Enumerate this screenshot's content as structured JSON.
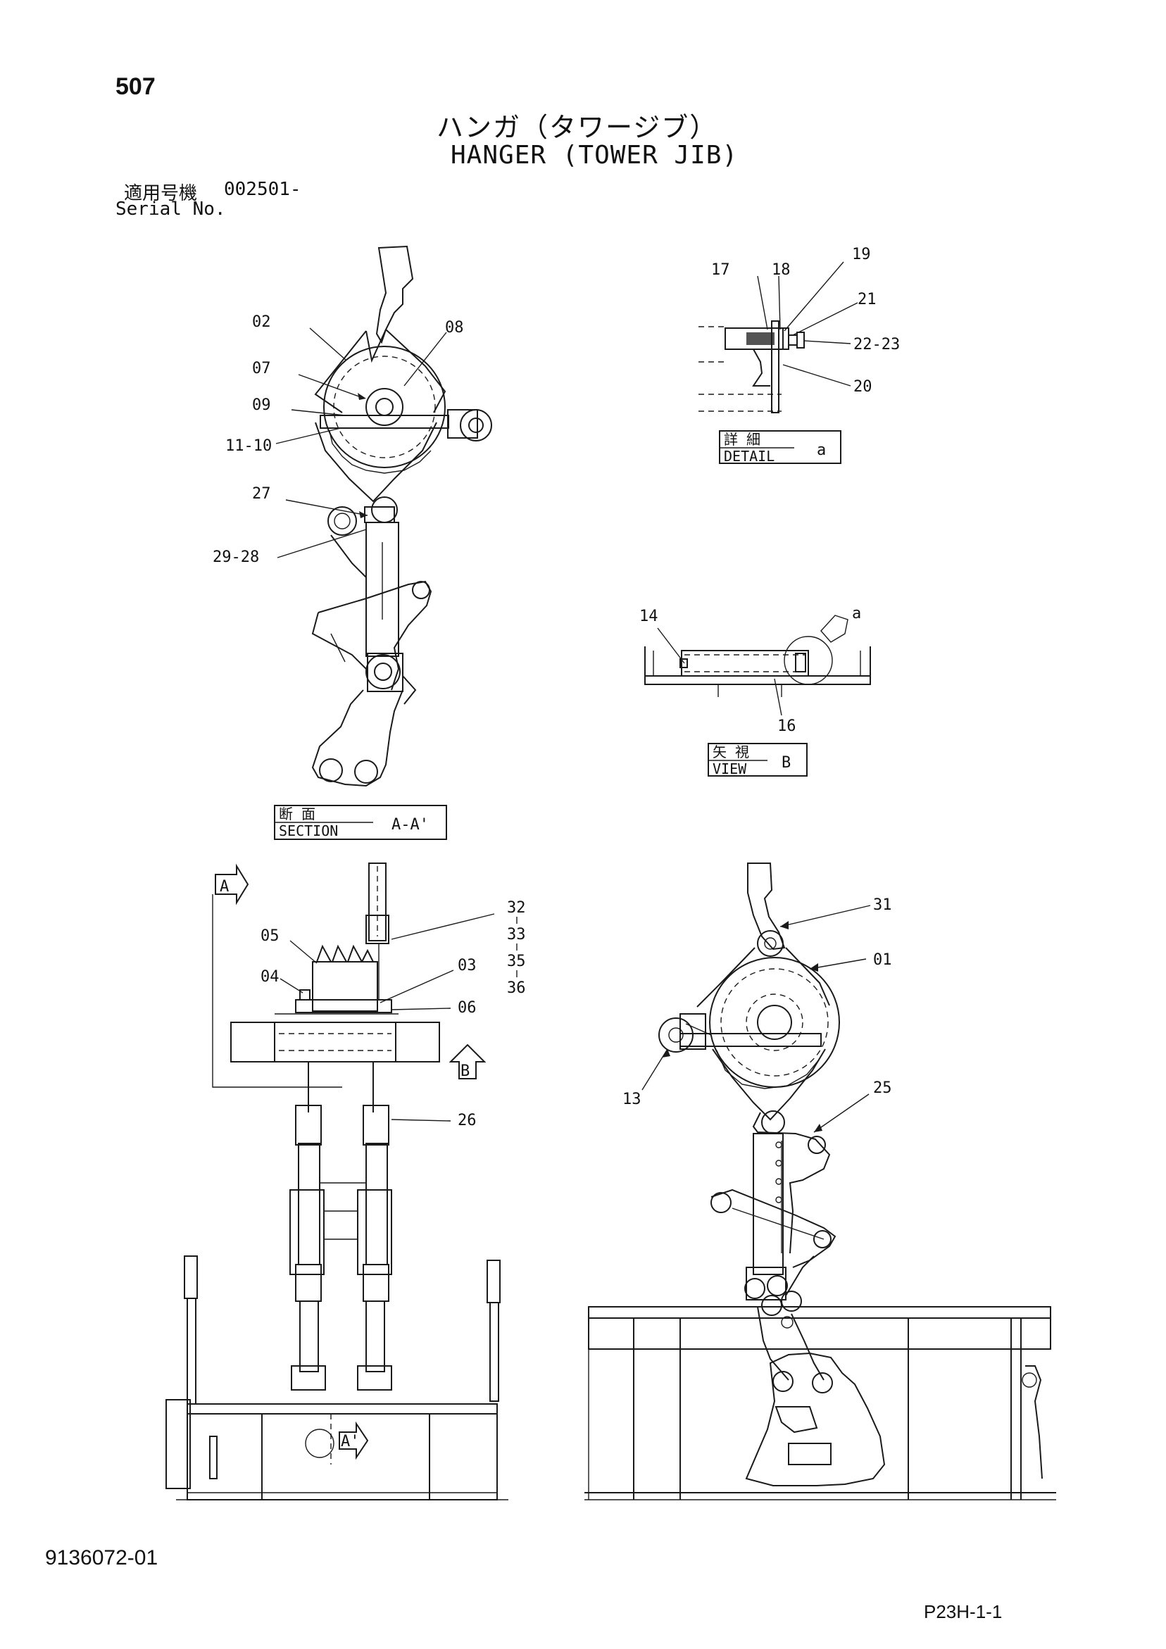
{
  "header": {
    "page_number": "507",
    "title_japanese": "ハンガ（タワージブ）",
    "title_english": "HANGER (TOWER JIB)",
    "serial_label_japanese": "適用号機",
    "serial_value": "002501-",
    "serial_label_english": "Serial No."
  },
  "footer": {
    "document_number": "9136072-01",
    "sheet_code": "P23H-1-1"
  },
  "callouts": {
    "c02": "02",
    "c08": "08",
    "c07": "07",
    "c09": "09",
    "c11_10": "11-10",
    "c27": "27",
    "c29_28": "29-28",
    "c17": "17",
    "c18": "18",
    "c19": "19",
    "c21": "21",
    "c22_23": "22-23",
    "c20": "20",
    "c14": "14",
    "ca": "a",
    "c16": "16",
    "c32": "32",
    "c33": "33",
    "c35": "35",
    "c36": "36",
    "c05": "05",
    "c04": "04",
    "c03": "03",
    "c06": "06",
    "c26": "26",
    "c31": "31",
    "c01": "01",
    "c13": "13",
    "c25": "25"
  },
  "view_labels": {
    "detail_jp": "詳 細",
    "detail_en": "DETAIL",
    "detail_id": "a",
    "view_jp": "矢 視",
    "view_en": "VIEW",
    "view_id": "B",
    "section_jp": "断 面",
    "section_en": "SECTION",
    "section_id": "A-A'",
    "arrow_a": "A",
    "arrow_b": "B",
    "arrow_a_prime": "A'"
  }
}
